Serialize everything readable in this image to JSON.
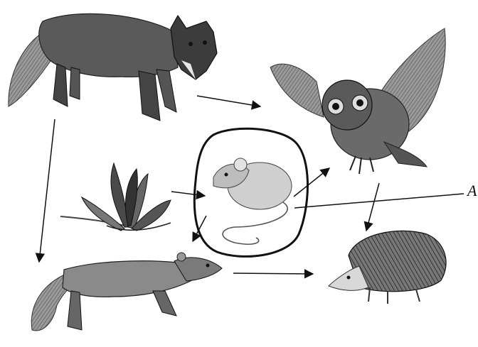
{
  "diagram": {
    "callout_label": "A",
    "nodes": [
      {
        "id": "fox",
        "icon": "fox-illustration"
      },
      {
        "id": "owl",
        "icon": "owl-illustration"
      },
      {
        "id": "plant",
        "icon": "plant-illustration"
      },
      {
        "id": "mouse",
        "icon": "mouse-illustration",
        "highlighted": true
      },
      {
        "id": "weasel",
        "icon": "weasel-illustration"
      },
      {
        "id": "hedgehog",
        "icon": "hedgehog-illustration"
      }
    ],
    "arrows": [
      {
        "from": "fox",
        "to": "owl"
      },
      {
        "from": "fox",
        "to": "weasel"
      },
      {
        "from": "plant",
        "to": "mouse"
      },
      {
        "from": "mouse",
        "to": "owl"
      },
      {
        "from": "mouse",
        "to": "weasel"
      },
      {
        "from": "owl",
        "to": "hedgehog"
      },
      {
        "from": "weasel",
        "to": "hedgehog"
      }
    ],
    "colors": {
      "ink": "#111111",
      "fill_dark": "#4a4a4a",
      "fill_mid": "#8a8a8a",
      "fill_light": "#cfcfcf"
    }
  }
}
